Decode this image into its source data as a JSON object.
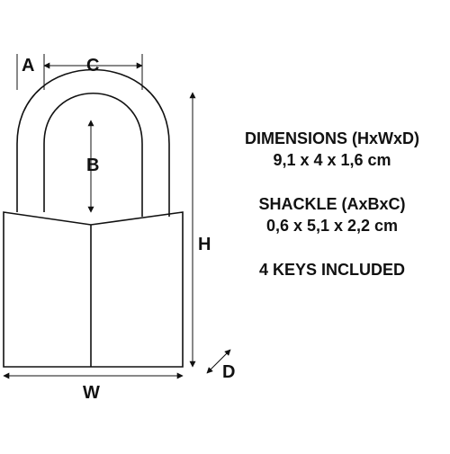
{
  "labels": {
    "a": "A",
    "b": "B",
    "c": "C",
    "h": "H",
    "w": "W",
    "d": "D"
  },
  "specs": {
    "dimensions_title": "DIMENSIONS (HxWxD)",
    "dimensions_value": "9,1 x 4 x 1,6 cm",
    "shackle_title": "SHACKLE (AxBxC)",
    "shackle_value": "0,6 x 5,1 x 2,2 cm",
    "keys": "4 KEYS INCLUDED"
  }
}
